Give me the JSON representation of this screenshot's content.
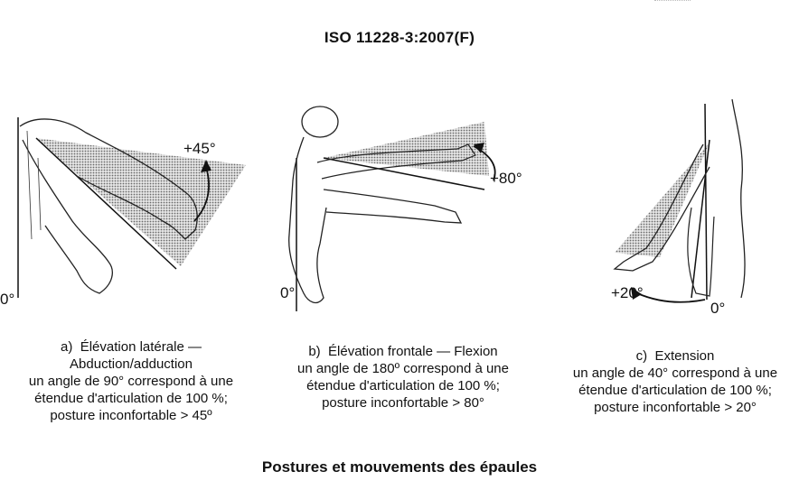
{
  "header": {
    "standard": "ISO 11228-3:2007(F)"
  },
  "figures": [
    {
      "angle": "+45°",
      "zero": "0°",
      "caption": {
        "letter": "a)",
        "title": "Élévation latérale —",
        "subtitle": "Abduction/adduction",
        "line1": "un angle de 90° correspond à une",
        "line2": "étendue d'articulation de 100 %;",
        "line3": "posture inconfortable > 45º"
      }
    },
    {
      "angle": "+80°",
      "zero": "0°",
      "caption": {
        "letter": "b)",
        "title": "Élévation frontale — Flexion",
        "line1": "un angle de 180º correspond à une",
        "line2": "étendue d'articulation de 100 %;",
        "line3": "posture inconfortable > 80°"
      }
    },
    {
      "angle": "+20°",
      "zero": "0°",
      "caption": {
        "letter": "c)",
        "title": "Extension",
        "line1": "un angle de 40° correspond à une",
        "line2": "étendue d'articulation de 100 %;",
        "line3": "posture inconfortable > 20°"
      }
    }
  ],
  "footer": {
    "title": "Postures et mouvements des épaules"
  }
}
